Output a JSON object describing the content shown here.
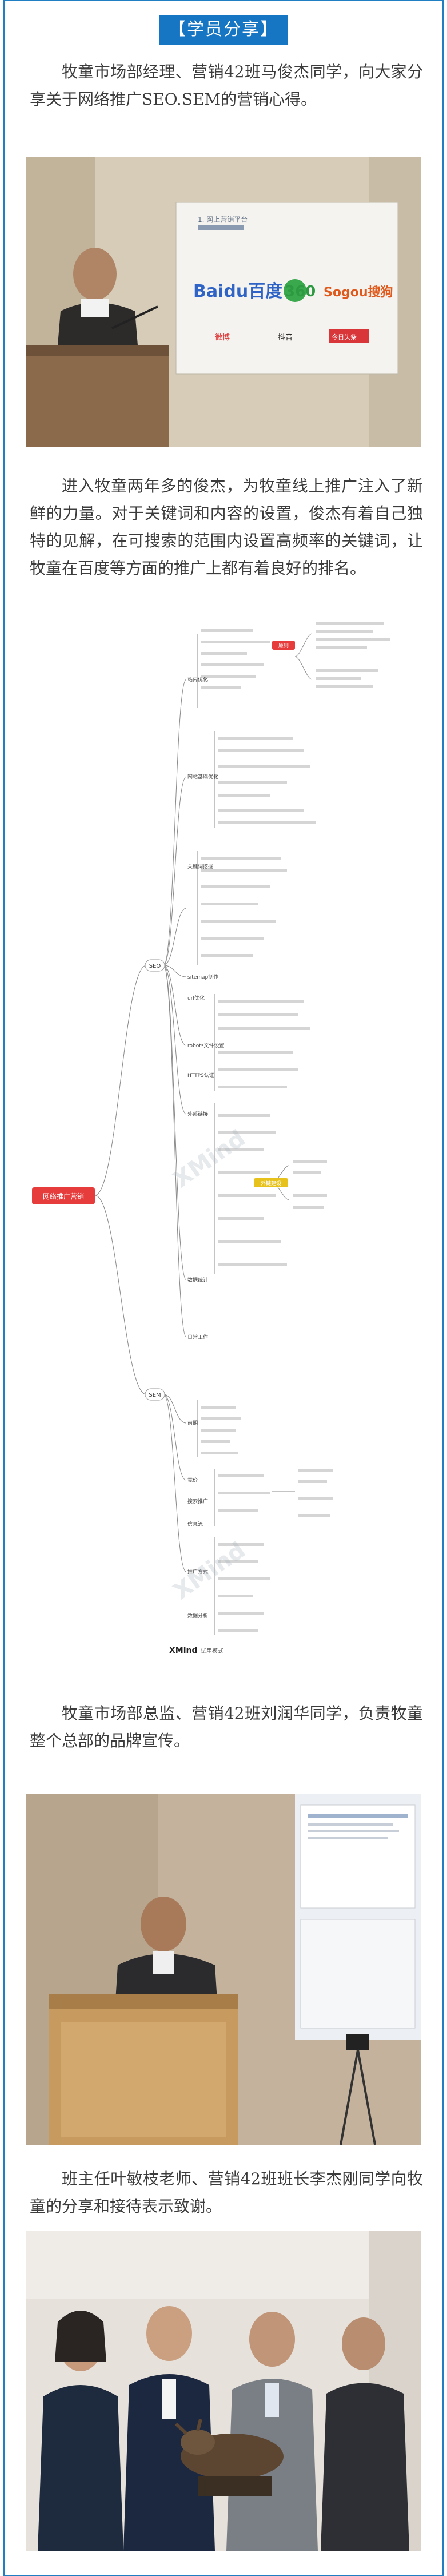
{
  "header": {
    "tag": "【学员分享】"
  },
  "paragraphs": {
    "p1": "牧童市场部经理、营销42班马俊杰同学，向大家分享关于网络推广SEO.SEM的营销心得。",
    "p2": "进入牧童两年多的俊杰，为牧童线上推广注入了新鲜的力量。对于关键词和内容的设置，俊杰有着自己独特的见解，在可搜索的范围内设置高频率的关键词，让牧童在百度等方面的推广上都有着良好的排名。",
    "p3": "牧童市场部总监、营销42班刘润华同学，负责牧童整个总部的品牌宣传。",
    "p4": "班主任叶敏枝老师、营销42班班长李杰刚同学向牧童的分享和接待表示致谢。"
  },
  "photo1": {
    "slide_title": "1. 网上营销平台",
    "logos": [
      "Baidu百度",
      "360",
      "Sogou搜狗",
      "微博",
      "抖音",
      "今日头条"
    ]
  },
  "mindmap": {
    "root": "网络推广营销",
    "branch_seo": "SEO",
    "branch_sem": "SEM",
    "highlight_1": "原则",
    "highlight_2": "外链建设",
    "seo_groups": [
      "站内优化",
      "网站基础优化",
      "关键词挖掘",
      "sitemap制作",
      "url优化",
      "robots文件设置",
      "HTTPS认证",
      "外部链接",
      "数据统计",
      "日常工作"
    ],
    "sem_groups": [
      "前期",
      "竞价",
      "搜索推广",
      "信息流",
      "推广方式",
      "数据分析"
    ],
    "brand": "XMind",
    "brand_note": "试用模式"
  }
}
